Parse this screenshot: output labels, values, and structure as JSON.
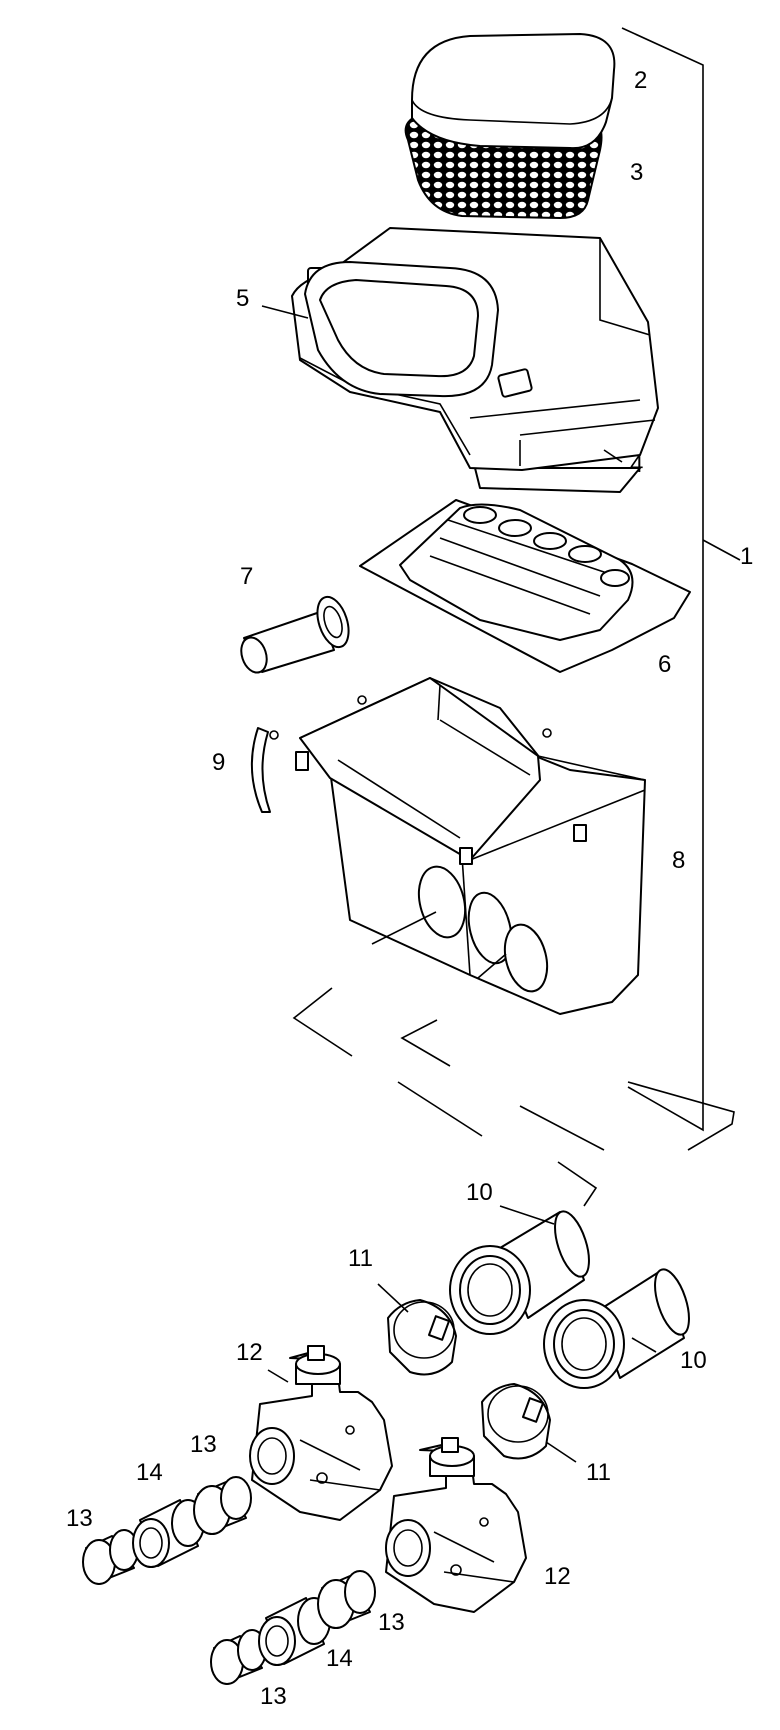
{
  "labels": {
    "l1": "1",
    "l2": "2",
    "l3": "3",
    "l4": "4",
    "l5": "5",
    "l6": "6",
    "l7": "7",
    "l8": "8",
    "l9": "9",
    "l10a": "10",
    "l10b": "10",
    "l11a": "11",
    "l11b": "11",
    "l12a": "12",
    "l12b": "12",
    "l13a": "13",
    "l13b": "13",
    "l13c": "13",
    "l13d": "13",
    "l14a": "14",
    "l14b": "14"
  }
}
